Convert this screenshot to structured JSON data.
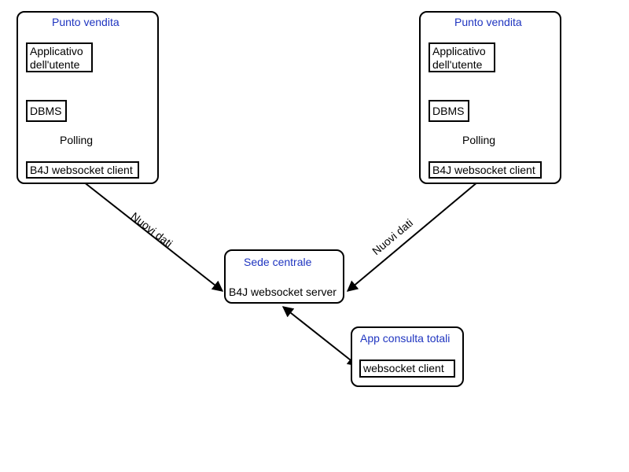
{
  "left_store": {
    "title": "Punto vendita",
    "app_line1": "Applicativo",
    "app_line2": "dell'utente",
    "dbms": "DBMS",
    "polling": "Polling",
    "client": "B4J websocket client"
  },
  "right_store": {
    "title": "Punto vendita",
    "app_line1": "Applicativo",
    "app_line2": "dell'utente",
    "dbms": "DBMS",
    "polling": "Polling",
    "client": "B4J websocket client"
  },
  "headquarters": {
    "title": "Sede centrale",
    "server": "B4J websocket server"
  },
  "totals_app": {
    "title": "App consulta totali",
    "client": "websocket client"
  },
  "edges": {
    "left_label": "Nuovi dati",
    "right_label": "Nuovi dati"
  },
  "colors": {
    "group_title": "#1f35c0",
    "line": "#000000"
  }
}
